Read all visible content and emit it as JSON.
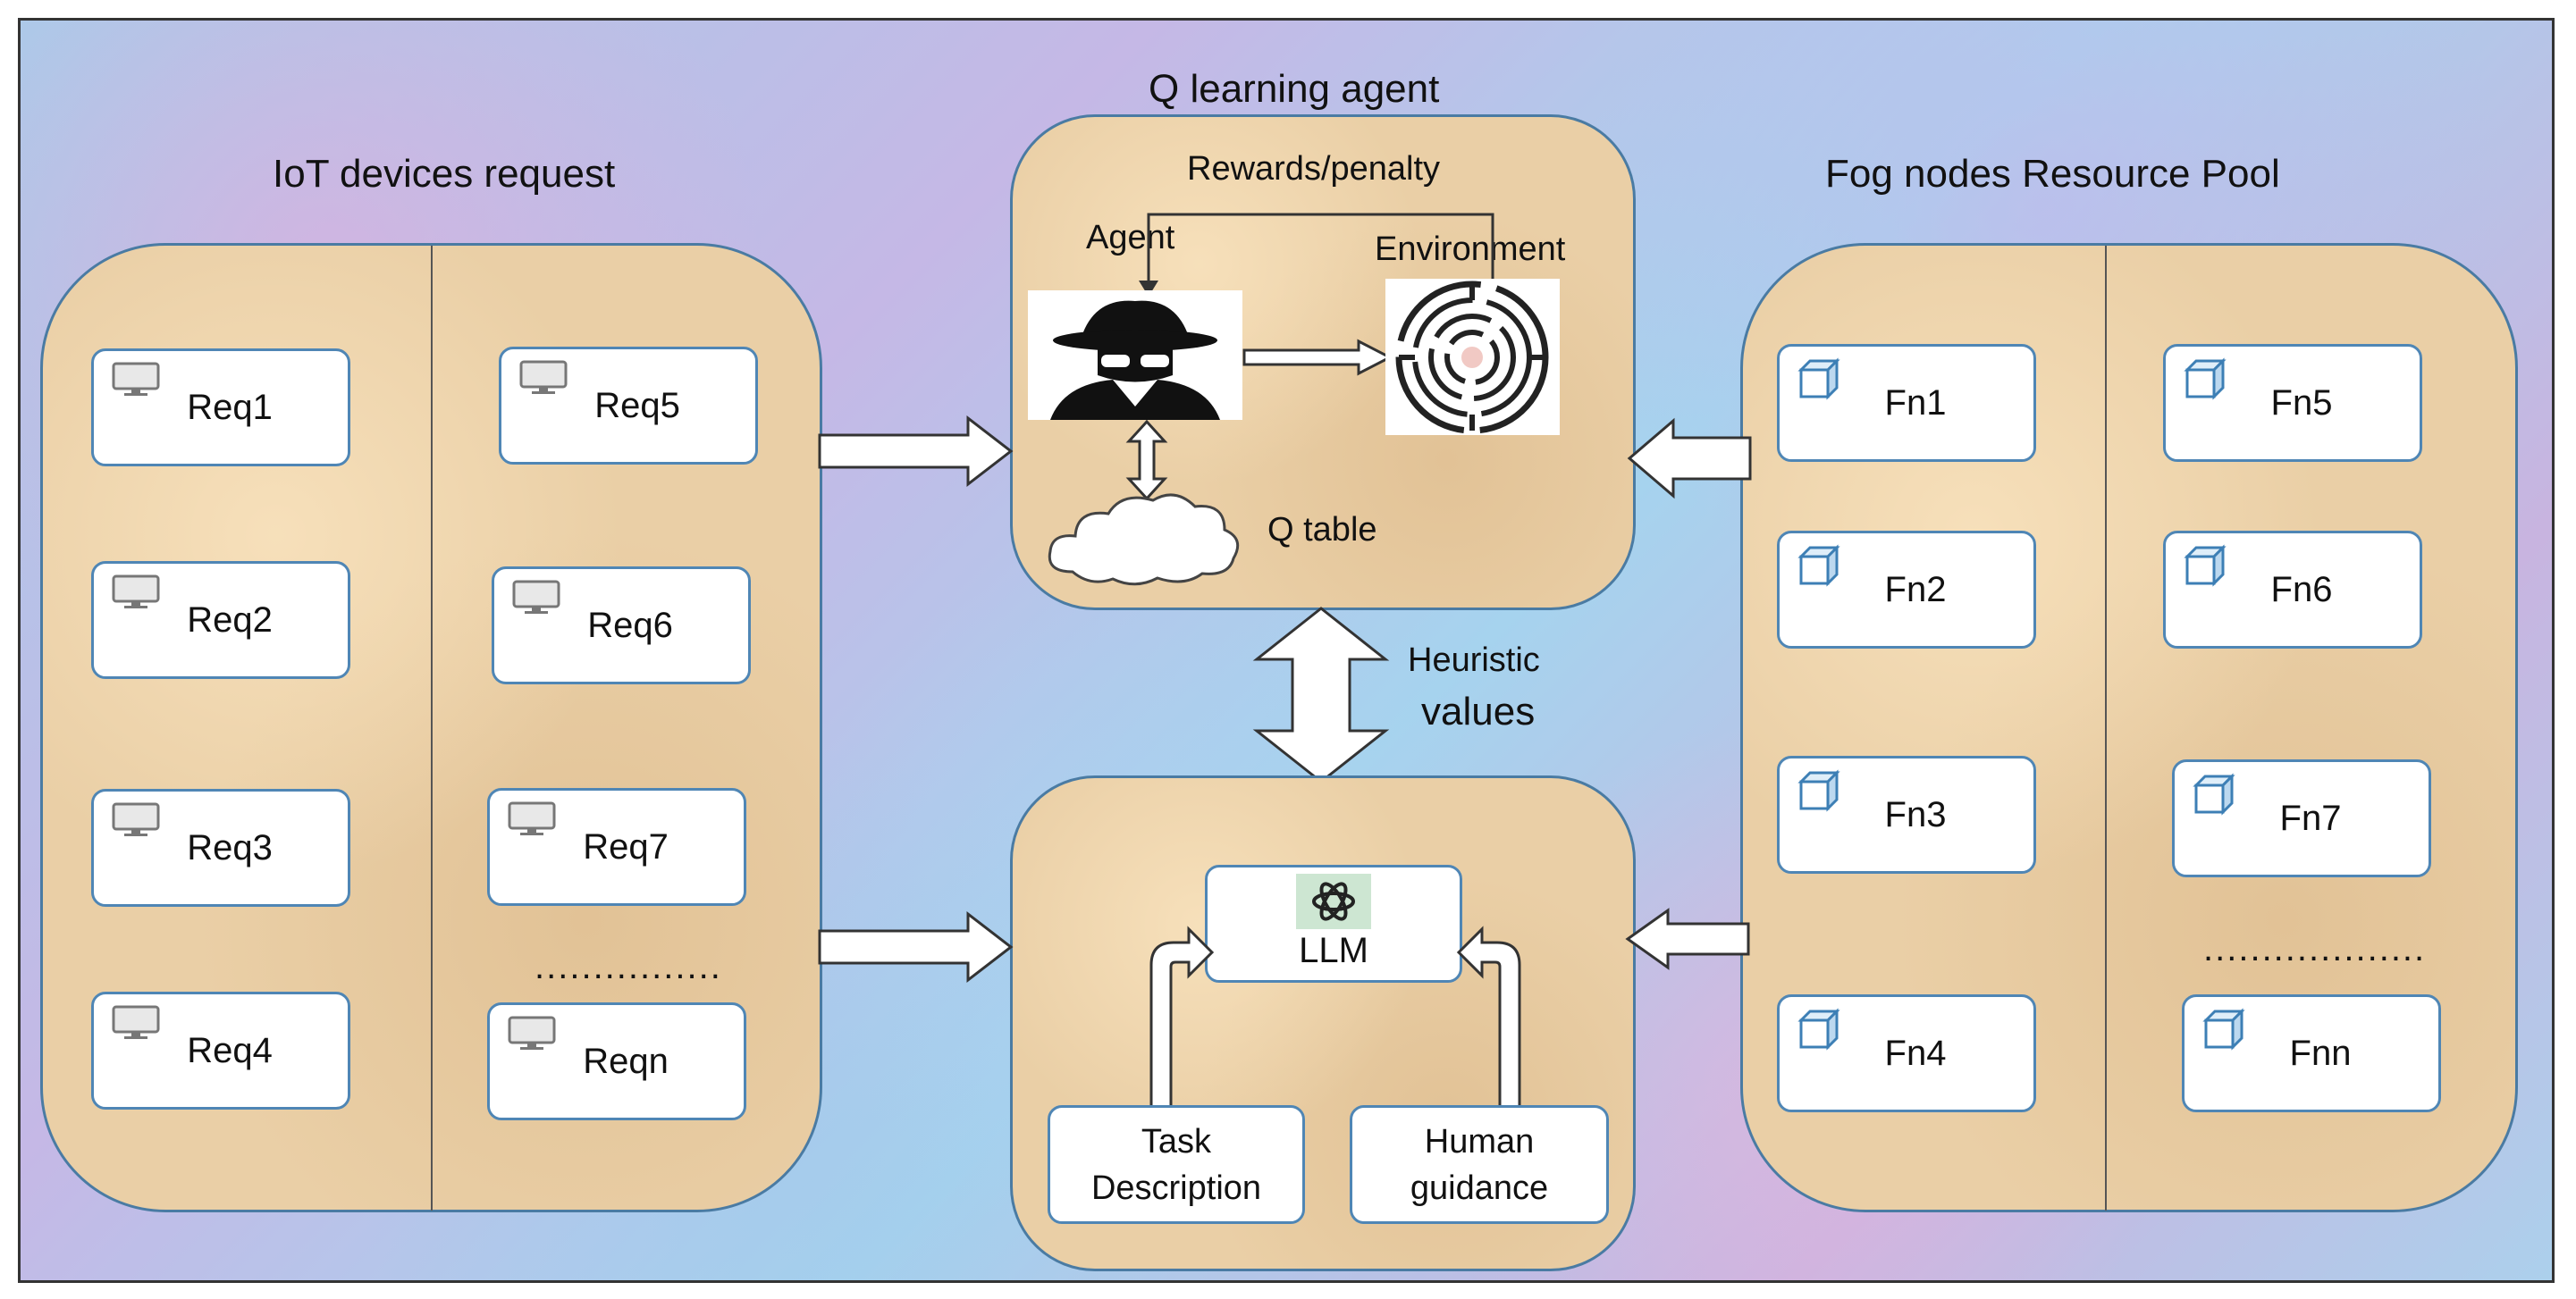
{
  "iot": {
    "title": "IoT devices request",
    "col1": [
      "Req1",
      "Req2",
      "Req3",
      "Req4"
    ],
    "col2": [
      "Req5",
      "Req6",
      "Req7",
      "Reqn"
    ],
    "ellipsis": "................"
  },
  "agent": {
    "title": "Q learning agent",
    "rewards": "Rewards/penalty",
    "agent_label": "Agent",
    "environment_label": "Environment",
    "qtable_label": "Q table"
  },
  "heuristic": {
    "line1": "Heuristic",
    "line2": "values"
  },
  "llm": {
    "label": "LLM",
    "task_line1": "Task",
    "task_line2": "Description",
    "human_line1": "Human",
    "human_line2": "guidance"
  },
  "fog": {
    "title": "Fog nodes Resource Pool",
    "col1": [
      "Fn1",
      "Fn2",
      "Fn3",
      "Fn4"
    ],
    "col2": [
      "Fn5",
      "Fn6",
      "Fn7",
      "Fnn"
    ],
    "ellipsis": "..................."
  },
  "colors": {
    "box_border": "#4f86b5",
    "panel_fill": "#eacfa6",
    "panel_border": "#4a7ba3"
  }
}
